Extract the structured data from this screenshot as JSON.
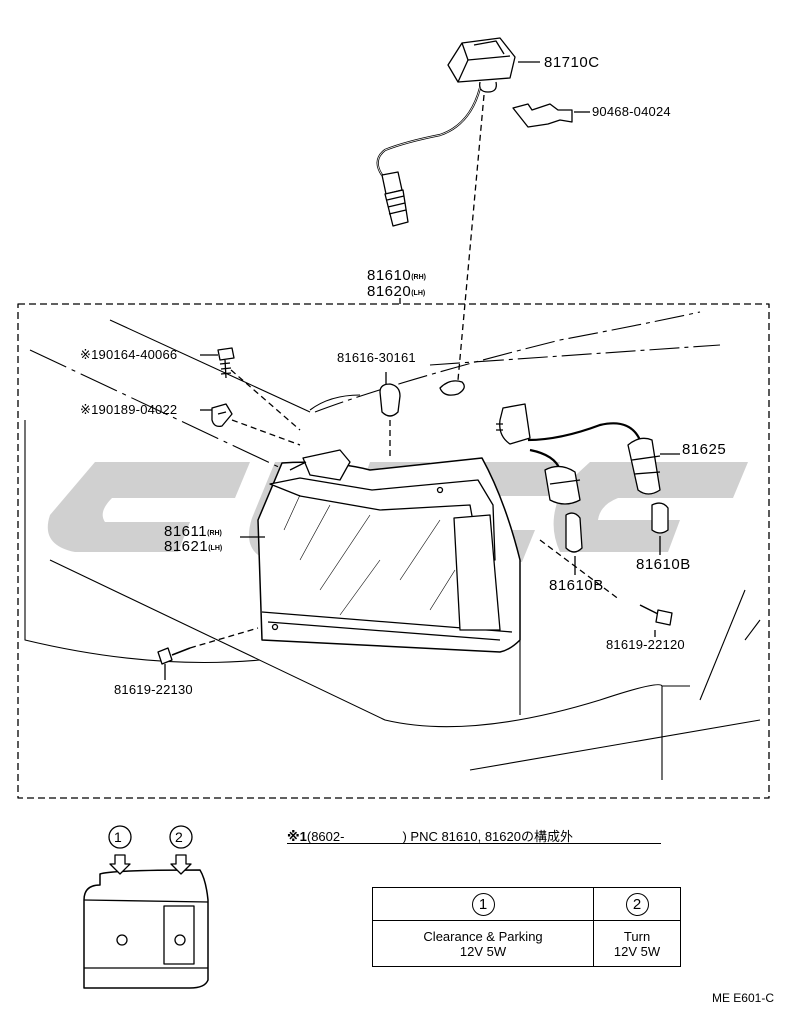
{
  "parts": {
    "p81710c": "81710C",
    "p90468": "90468-04024",
    "p81610": "81610",
    "p81620": "81620",
    "rh": "(RH)",
    "lh": "(LH)",
    "p190164": "※190164-40066",
    "p81616": "81616-30161",
    "p190189": "※190189-04022",
    "p81625": "81625",
    "p81611": "81611",
    "p81621": "81621",
    "p81610b_right": "81610B",
    "p81610b_center": "81610B",
    "p81619_22120": "81619-22120",
    "p81619_22130": "81619-22130"
  },
  "note": {
    "marker": "※1",
    "range": "(8602-",
    "text": ") PNC 81610, 81620の構成外"
  },
  "lamp_inset": {
    "circle1": "1",
    "circle2": "2"
  },
  "bulb_table": {
    "headers": [
      "1",
      "2"
    ],
    "col1_line1": "Clearance & Parking",
    "col1_line2": "12V 5W",
    "col2_line1": "Turn",
    "col2_line2": "12V 5W"
  },
  "page_code": "ME E601-C",
  "watermark_color": "#c8c8c8"
}
